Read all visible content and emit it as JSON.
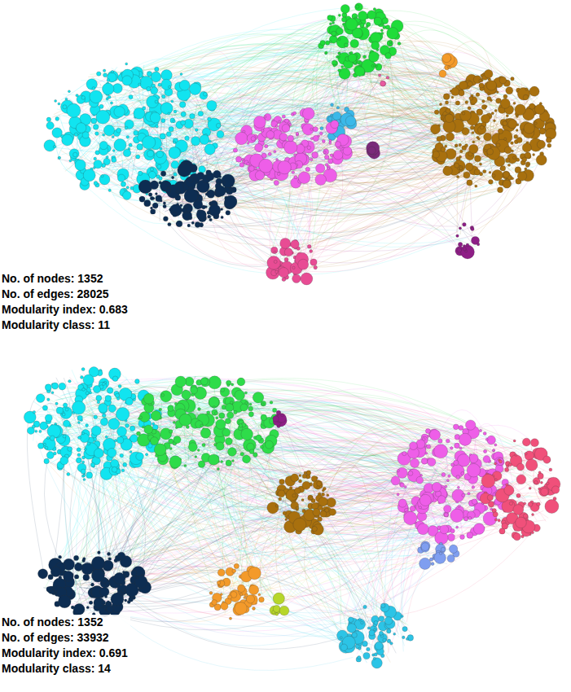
{
  "diagram": {
    "labels": [
      "No. of nodes: 1352",
      "No. of edges: 28025",
      "Modularity index: 0.683",
      "Modularity class: 11",
      "No. of nodes: 1352",
      "No. of edges: 33932",
      "Modularity index: 0.691",
      "Modularity class: 14"
    ]
  }
}
